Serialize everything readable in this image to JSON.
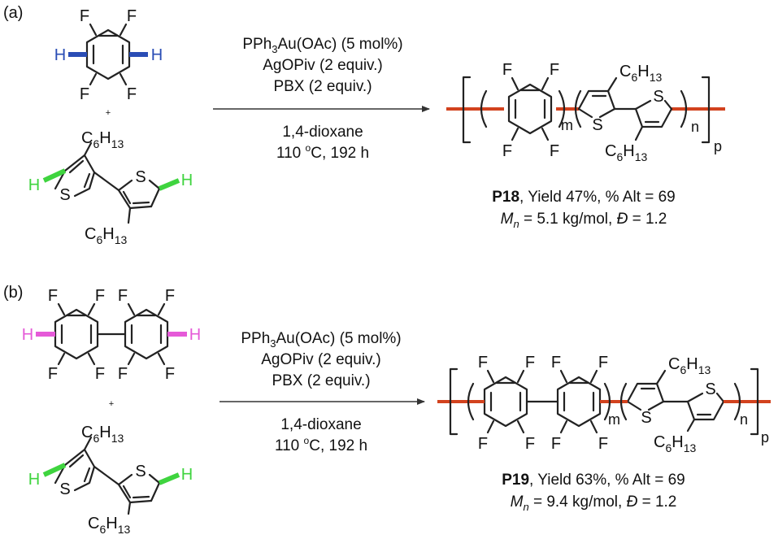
{
  "colors": {
    "ink": "#111111",
    "h_blue": "#2a4db5",
    "h_green": "#3fd43f",
    "h_magenta": "#e55ad8",
    "polymer_bond": "#d2421e"
  },
  "panel_a": {
    "label": "(a)",
    "monomer1": {
      "atoms": {
        "f": "F",
        "h": "H"
      }
    },
    "plus": "+",
    "monomer2": {
      "h": "H",
      "s": "S",
      "hexyl_main": "C",
      "hexyl_sub1": "6",
      "hexyl_mid": "H",
      "hexyl_sub2": "13"
    },
    "conditions": {
      "catalyst_pre": "PPh",
      "catalyst_sub": "3",
      "catalyst_post": "Au(OAc) (5 mol%)",
      "additive": "AgOPiv (2 equiv.)",
      "oxidant": "PBX (2 equiv.)",
      "solvent": "1,4-dioxane",
      "temp_pre": "110 ",
      "temp_sup": "o",
      "temp_post": "C, 192 h"
    },
    "polymer": {
      "f": "F",
      "s": "S",
      "m": "m",
      "n": "n",
      "p": "p",
      "hexyl_main": "C",
      "hexyl_sub1": "6",
      "hexyl_mid": "H",
      "hexyl_sub2": "13"
    },
    "result": {
      "name": "P18",
      "yield_text": ", Yield 47%, % Alt = 69",
      "mn_symbol": "M",
      "mn_sub": "n",
      "mn_text": " = 5.1 kg/mol, ",
      "dispersity_symbol": "Đ",
      "dispersity_text": " = 1.2"
    }
  },
  "panel_b": {
    "label": "(b)",
    "monomer1": {
      "atoms": {
        "f": "F",
        "h": "H"
      }
    },
    "plus": "+",
    "monomer2": {
      "h": "H",
      "s": "S",
      "hexyl_main": "C",
      "hexyl_sub1": "6",
      "hexyl_mid": "H",
      "hexyl_sub2": "13"
    },
    "conditions": {
      "catalyst_pre": "PPh",
      "catalyst_sub": "3",
      "catalyst_post": "Au(OAc) (5 mol%)",
      "additive": "AgOPiv (2 equiv.)",
      "oxidant": "PBX (2 equiv.)",
      "solvent": "1,4-dioxane",
      "temp_pre": "110 ",
      "temp_sup": "o",
      "temp_post": "C, 192 h"
    },
    "polymer": {
      "f": "F",
      "s": "S",
      "m": "m",
      "n": "n",
      "p": "p",
      "hexyl_main": "C",
      "hexyl_sub1": "6",
      "hexyl_mid": "H",
      "hexyl_sub2": "13"
    },
    "result": {
      "name": "P19",
      "yield_text": ", Yield 63%, % Alt = 69",
      "mn_symbol": "M",
      "mn_sub": "n",
      "mn_text": " = 9.4 kg/mol, ",
      "dispersity_symbol": "Đ",
      "dispersity_text": " = 1.2"
    }
  }
}
